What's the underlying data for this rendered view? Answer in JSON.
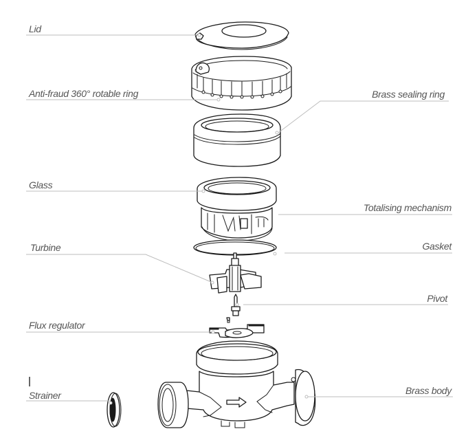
{
  "diagram": {
    "subject": "Water meter exploded view",
    "labels": {
      "lid": "Lid",
      "ring": "Anti-fraud 360° rotable ring",
      "sealing": "Brass sealing ring",
      "glass": "Glass",
      "totalising": "Totalising mechanism",
      "turbine": "Turbine",
      "gasket": "Gasket",
      "pivot": "Pivot",
      "flux": "Flux regulator",
      "strainer": "Strainer",
      "body": "Brass body"
    },
    "colors": {
      "label_text": "#555555",
      "leader_line": "#bdbdbd",
      "drawing_line": "#1a1a1a",
      "background": "#ffffff"
    }
  }
}
